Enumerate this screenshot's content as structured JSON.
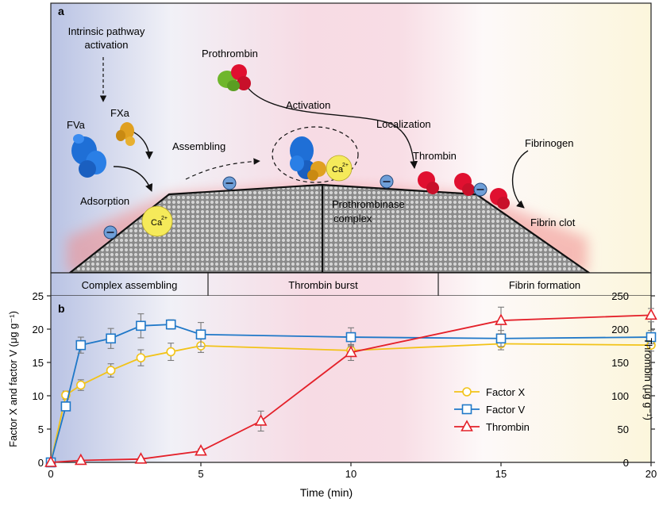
{
  "panel_a": {
    "label": "a",
    "texts": {
      "intrinsic_line1": "Intrinsic pathway",
      "intrinsic_line2": "activation",
      "fxa": "FXa",
      "fva": "FVa",
      "prothrombin": "Prothrombin",
      "activation": "Activation",
      "localization": "Localization",
      "assembling": "Assembling",
      "adsorption": "Adsorption",
      "thrombin": "Thrombin",
      "fibrinogen": "Fibrinogen",
      "prothrombinase_line1": "Prothrombinase",
      "prothrombinase_line2": "complex",
      "fibrin_clot": "Fibrin clot",
      "ca_base": "Ca",
      "ca_sup": "2+"
    },
    "stages": [
      "Complex assembling",
      "Thrombin burst",
      "Fibrin formation"
    ],
    "colors": {
      "fva_protein": "#1f6fd6",
      "fxa_protein": "#e0a020",
      "thrombin_protein": "#e01030",
      "prothrombin_green": "#6fb62c",
      "calcium": "#f5ea5a",
      "negative_charge": "#6f9fd8",
      "surface_glow": "#f08a8a"
    }
  },
  "chart_data": {
    "type": "line",
    "panel_label": "b",
    "xlabel": "Time (min)",
    "ylabel": "Factor X and factor V (μg g⁻¹)",
    "ylabel_right": "Thrombin (μg g⁻¹)",
    "xlim": [
      0,
      20
    ],
    "ylim": [
      0,
      25
    ],
    "ylim_right": [
      0,
      250
    ],
    "xticks": [
      0,
      5,
      10,
      15,
      20
    ],
    "yticks": [
      0,
      5,
      10,
      15,
      20,
      25
    ],
    "yticks_right": [
      0,
      50,
      100,
      150,
      200,
      250
    ],
    "legend_position": "right-center",
    "series": [
      {
        "name": "Factor X",
        "axis": "left",
        "color": "#f2c318",
        "marker": "circle",
        "x": [
          0,
          0.5,
          1,
          2,
          3,
          4,
          5,
          10,
          15,
          20
        ],
        "y": [
          0,
          10.1,
          11.6,
          13.8,
          15.7,
          16.6,
          17.5,
          16.8,
          17.8,
          17.6
        ],
        "err": [
          0,
          0.6,
          0.8,
          1.0,
          1.2,
          1.3,
          1.0,
          0.8,
          0.9,
          0.9
        ]
      },
      {
        "name": "Factor V",
        "axis": "left",
        "color": "#1f78c8",
        "marker": "square",
        "x": [
          0,
          0.5,
          1,
          2,
          3,
          4,
          5,
          10,
          15,
          20
        ],
        "y": [
          0,
          8.4,
          17.6,
          18.6,
          20.5,
          20.7,
          19.2,
          18.8,
          18.6,
          18.8
        ],
        "err": [
          0,
          0.5,
          1.2,
          1.5,
          1.8,
          0.7,
          1.8,
          1.4,
          1.2,
          1.0
        ]
      },
      {
        "name": "Thrombin",
        "axis": "right",
        "color": "#e4212a",
        "marker": "triangle",
        "x": [
          0,
          1,
          3,
          5,
          7,
          10,
          15,
          20
        ],
        "y": [
          0,
          3,
          5,
          17,
          62,
          165,
          213,
          221
        ],
        "err": [
          0,
          2,
          2,
          3,
          15,
          12,
          20,
          10
        ]
      }
    ]
  }
}
